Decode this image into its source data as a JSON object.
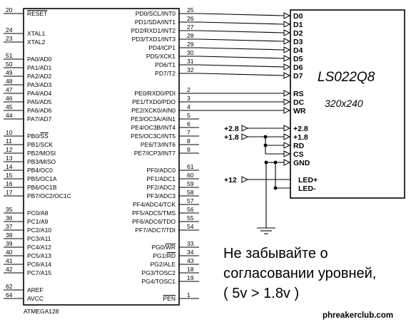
{
  "mcu": {
    "name": "ATMEGA128",
    "left_pins": [
      {
        "num": "20",
        "label": "RESET",
        "overline": true
      },
      {
        "num": "24",
        "label": "XTAL1"
      },
      {
        "num": "23",
        "label": "XTAL2"
      },
      {
        "num": "51",
        "label": "PA0/AD0"
      },
      {
        "num": "50",
        "label": "PA1/AD1"
      },
      {
        "num": "49",
        "label": "PA2/AD2"
      },
      {
        "num": "48",
        "label": "PA3/AD3"
      },
      {
        "num": "47",
        "label": "PA4/AD4"
      },
      {
        "num": "46",
        "label": "PA5/AD5"
      },
      {
        "num": "45",
        "label": "PA6/AD6"
      },
      {
        "num": "44",
        "label": "PA7/AD7"
      },
      {
        "num": "10",
        "label": "PB0/SS"
      },
      {
        "num": "11",
        "label": "PB1/SCK"
      },
      {
        "num": "12",
        "label": "PB2/MOSI"
      },
      {
        "num": "13",
        "label": "PB3/MISO"
      },
      {
        "num": "14",
        "label": "PB4/OC0"
      },
      {
        "num": "15",
        "label": "PB5/OC1A"
      },
      {
        "num": "16",
        "label": "PB6/OC1B"
      },
      {
        "num": "17",
        "label": "PB7/OC2/OC1C"
      },
      {
        "num": "35",
        "label": "PC0/A8"
      },
      {
        "num": "36",
        "label": "PC1/A9"
      },
      {
        "num": "37",
        "label": "PC2/A10"
      },
      {
        "num": "38",
        "label": "PC3/A11"
      },
      {
        "num": "39",
        "label": "PC4/A12"
      },
      {
        "num": "40",
        "label": "PC5/A13"
      },
      {
        "num": "41",
        "label": "PC6/A14"
      },
      {
        "num": "42",
        "label": "PC7/A15"
      },
      {
        "num": "62",
        "label": "AREF"
      },
      {
        "num": "64",
        "label": "AVCC"
      }
    ],
    "right_pins": [
      {
        "num": "25",
        "label": "PD0/SCL/INT0"
      },
      {
        "num": "26",
        "label": "PD1/SDA/INT1"
      },
      {
        "num": "27",
        "label": "PD2/RXD1/INT2"
      },
      {
        "num": "28",
        "label": "PD3/TXD1/INT3"
      },
      {
        "num": "29",
        "label": "PD4/ICP1"
      },
      {
        "num": "30",
        "label": "PD5/XCK1"
      },
      {
        "num": "31",
        "label": "PD6/T1"
      },
      {
        "num": "32",
        "label": "PD7/T2"
      },
      {
        "num": "2",
        "label": "PE0/RXD0/PDI"
      },
      {
        "num": "3",
        "label": "PE1/TXD0/PDO"
      },
      {
        "num": "4",
        "label": "PE2/XCK0/AIN0"
      },
      {
        "num": "5",
        "label": "PE3/OC3A/AIN1"
      },
      {
        "num": "6",
        "label": "PE4/OC3B/INT4"
      },
      {
        "num": "7",
        "label": "PE5/OC3C/INT5"
      },
      {
        "num": "8",
        "label": "PE6/T3/INT6"
      },
      {
        "num": "9",
        "label": "PE7/ICP3/INT7"
      },
      {
        "num": "61",
        "label": "PF0/ADC0"
      },
      {
        "num": "60",
        "label": "PF1/ADC1"
      },
      {
        "num": "59",
        "label": "PF2/ADC2"
      },
      {
        "num": "58",
        "label": "PF3/ADC3"
      },
      {
        "num": "57",
        "label": "PF4/ADC4/TCK"
      },
      {
        "num": "56",
        "label": "PF5/ADC5/TMS"
      },
      {
        "num": "55",
        "label": "PF6/ADC6/TDO"
      },
      {
        "num": "54",
        "label": "PF7/ADC7/TDI"
      },
      {
        "num": "33",
        "label": "PG0/WR"
      },
      {
        "num": "34",
        "label": "PG1/RD"
      },
      {
        "num": "43",
        "label": "PG2/ALE"
      },
      {
        "num": "18",
        "label": "PG3/TOSC2"
      },
      {
        "num": "19",
        "label": "PG4/TOSC1"
      },
      {
        "num": "1",
        "label": "PEN",
        "overline": true
      }
    ]
  },
  "lcd": {
    "part": "LS022Q8",
    "resolution": "320x240",
    "pins": [
      "D0",
      "D1",
      "D2",
      "D3",
      "D4",
      "D5",
      "D6",
      "D7",
      "RS",
      "DC",
      "WR",
      "+2.8",
      "+1.8",
      "RD",
      "CS",
      "GND",
      "LED+",
      "LED-"
    ]
  },
  "power": {
    "v28": "+2.8",
    "v18": "+1.8",
    "v12": "+12"
  },
  "note": {
    "line1": "Не забывайте о",
    "line2": "согласовании уровней,",
    "line3": "( 5v > 1.8v )"
  },
  "watermark": "phreakerclub.com"
}
